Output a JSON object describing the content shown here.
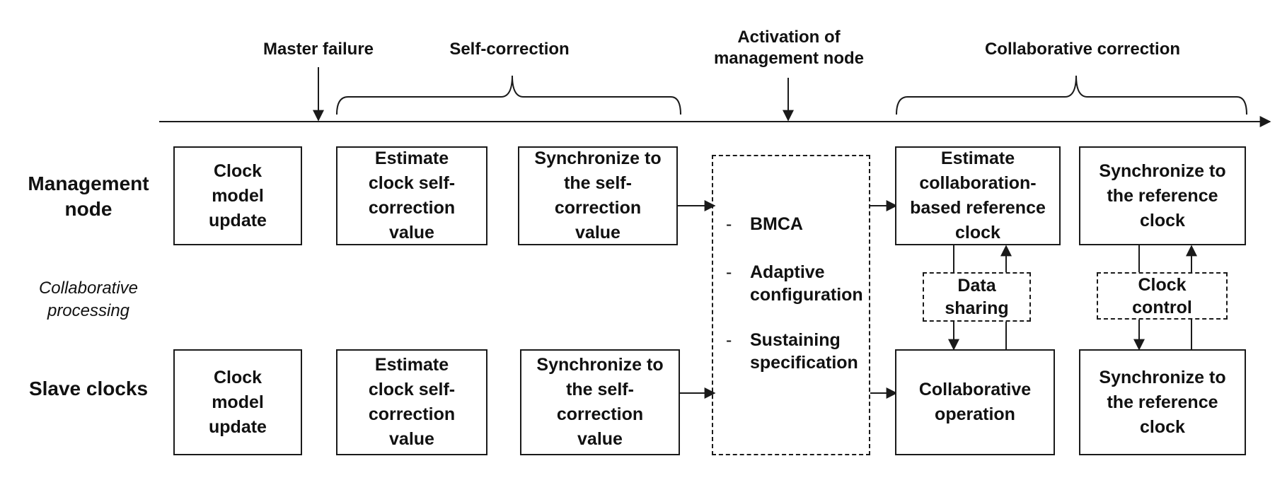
{
  "timeline": {
    "master_failure": "Master failure",
    "self_correction": "Self-correction",
    "activation": "Activation of management node",
    "collaborative_correction": "Collaborative correction"
  },
  "rows": {
    "management": "Management node",
    "collaborative": "Collaborative processing",
    "slave": "Slave clocks"
  },
  "boxes": {
    "mgmt_clock_update": "Clock model update",
    "mgmt_estimate": "Estimate clock self-correction value",
    "mgmt_sync_self": "Synchronize to the self-correction value",
    "mgmt_estimate_collab": "Estimate collaboration-based reference clock",
    "mgmt_sync_ref": "Synchronize to the reference clock",
    "slave_clock_update": "Clock model update",
    "slave_estimate": "Estimate clock self-correction value",
    "slave_sync_self": "Synchronize to the self-correction value",
    "slave_collab_op": "Collaborative operation",
    "slave_sync_ref": "Synchronize to the reference clock"
  },
  "middle": {
    "items": [
      "BMCA",
      "Adaptive configuration",
      "Sustaining specification"
    ]
  },
  "controls": {
    "data_sharing": "Data sharing",
    "clock_control": "Clock control"
  }
}
